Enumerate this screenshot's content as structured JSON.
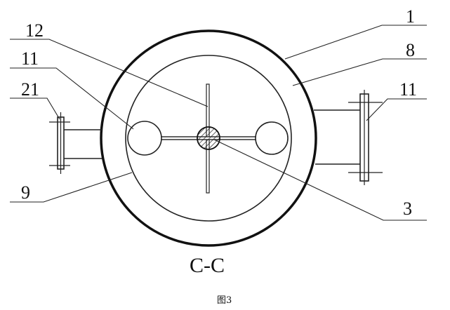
{
  "figure": {
    "labels": {
      "part_12": "12",
      "part_1": "1",
      "part_11_left": "11",
      "part_8": "8",
      "part_21": "21",
      "part_11_right": "11",
      "part_9": "9",
      "part_3": "3"
    },
    "section_label": "C-C",
    "caption": "图3"
  }
}
